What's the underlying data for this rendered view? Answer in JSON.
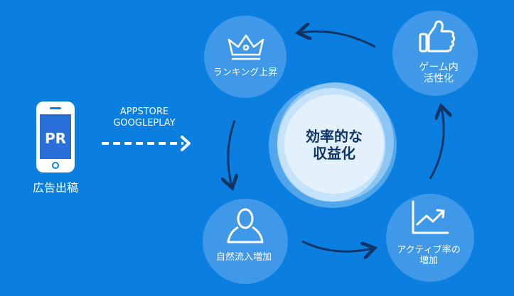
{
  "center": {
    "line1": "効率的な",
    "line2": "収益化"
  },
  "nodes": {
    "ranking": {
      "label": "ランキング上昇",
      "icon": "crown-icon"
    },
    "active": {
      "line1": "ゲーム内",
      "line2": "活性化",
      "icon": "thumbs-up-icon"
    },
    "inflow": {
      "label": "自然流入増加",
      "icon": "person-icon"
    },
    "engagement": {
      "line1": "アクティブ率の",
      "line2": "増加",
      "icon": "growth-chart-icon"
    }
  },
  "ad": {
    "label": "広告出稿",
    "phone_text": "PR",
    "icon": "smartphone-icon"
  },
  "store": {
    "line1": "APPSTORE",
    "line2": "GOOGLEPLAY"
  },
  "colors": {
    "background": "#0b7fe0",
    "node": "#3f98e8",
    "center_text": "#0e3468",
    "cycle_arrow": "#0e3468"
  }
}
